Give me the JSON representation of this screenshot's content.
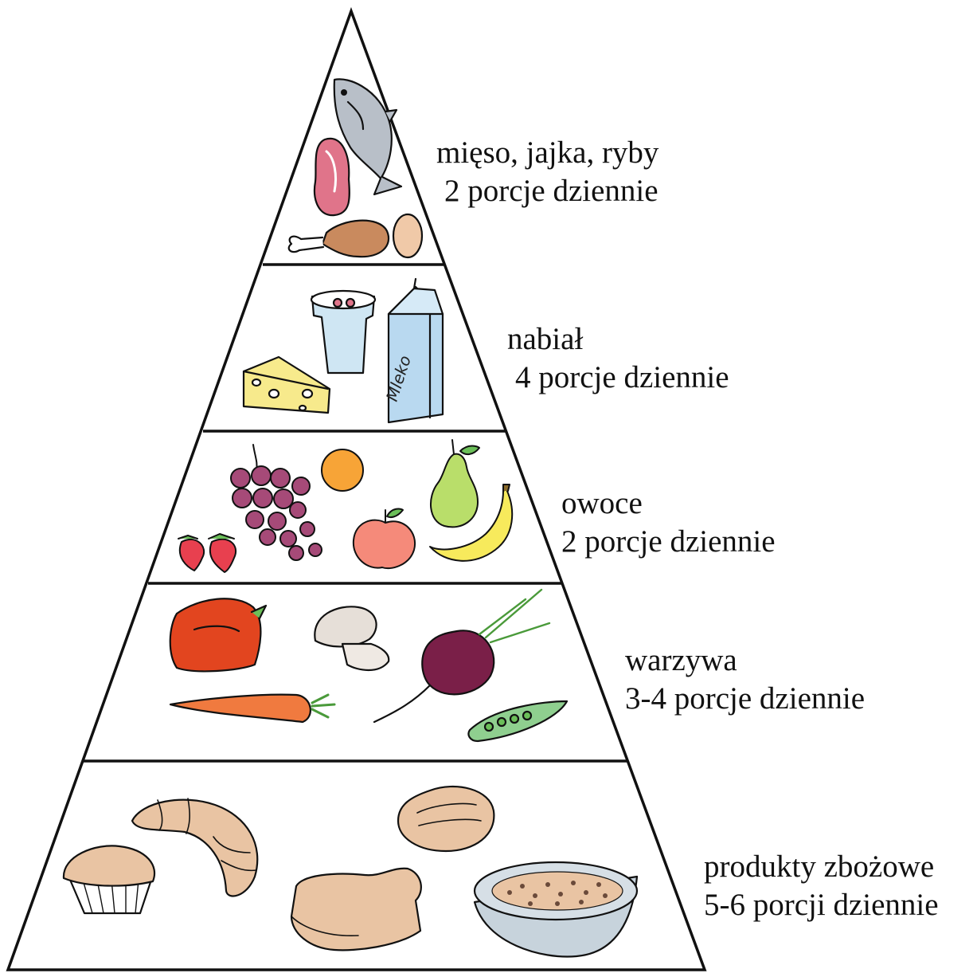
{
  "tiers": [
    {
      "category": "mięso, jajka, ryby",
      "portions": "2 porcje dziennie",
      "foods": [
        "fish-icon",
        "steak-icon",
        "chicken-leg-icon",
        "egg-icon"
      ]
    },
    {
      "category": "nabiał",
      "portions": "4 porcje dziennie",
      "foods": [
        "cheese-icon",
        "yogurt-cup-icon",
        "milk-carton-icon"
      ],
      "carton_text": "Mleko"
    },
    {
      "category": "owoce",
      "portions": "2 porcje dziennie",
      "foods": [
        "strawberry-icon",
        "grapes-icon",
        "orange-icon",
        "apple-icon",
        "pear-icon",
        "banana-icon"
      ]
    },
    {
      "category": "warzywa",
      "portions": "3-4 porcje dziennie",
      "foods": [
        "bell-pepper-icon",
        "mushroom-icon",
        "carrot-icon",
        "beetroot-icon",
        "pea-pod-icon"
      ]
    },
    {
      "category": "produkty zbożowe",
      "portions": "5-6 porcji dziennie",
      "foods": [
        "muffin-icon",
        "croissant-icon",
        "bread-slice-icon",
        "bread-roll-icon",
        "cereal-bowl-icon"
      ]
    }
  ],
  "colors": {
    "outline": "#111111",
    "meat": "#e0748a",
    "fish": "#b8bfc8",
    "chicken": "#c98a5e",
    "egg": "#f0c9a8",
    "cheese": "#f7ea8c",
    "yogurt": "#cfe6f3",
    "milk": "#b9d9f0",
    "grape": "#a64a78",
    "orange": "#f7a437",
    "apple": "#f58a7a",
    "pear": "#b9de6a",
    "banana": "#f7ea5c",
    "strawberry": "#e8404f",
    "pepper": "#e2451f",
    "mushroom": "#e6dfd8",
    "carrot": "#f07a3f",
    "beet": "#7a1f48",
    "pea": "#8fcf8f",
    "grain": "#e9c4a3"
  }
}
